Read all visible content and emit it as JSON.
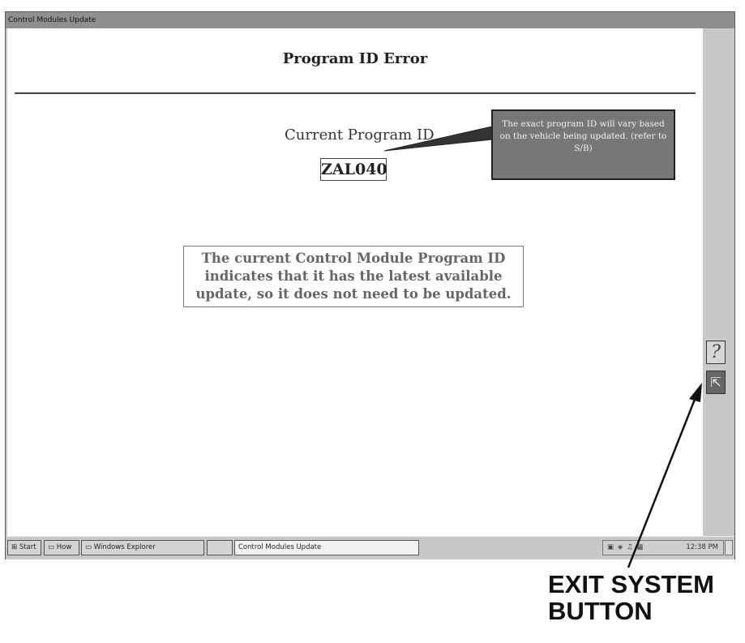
{
  "window": {
    "title": "Control Modules Update"
  },
  "page": {
    "title": "Program ID Error",
    "current_program_id_label": "Current Program ID",
    "current_program_id_value": "ZAL040",
    "message": "The current Control Module Program ID indicates that it has the latest available update, so it does not need to be updated."
  },
  "callout": {
    "text": "The exact program ID will vary based on the vehicle being updated. (refer to S/B)"
  },
  "rail": {
    "help_icon": "question-mark-icon",
    "exit_icon": "exit-door-icon"
  },
  "taskbar": {
    "start": "Start",
    "how": "How",
    "explorer": "Windows Explorer",
    "active_window": "Control Modules Update",
    "clock": "12:38 PM"
  },
  "annotation": {
    "exit_caption_line1": "EXIT SYSTEM",
    "exit_caption_line2": "BUTTON"
  }
}
